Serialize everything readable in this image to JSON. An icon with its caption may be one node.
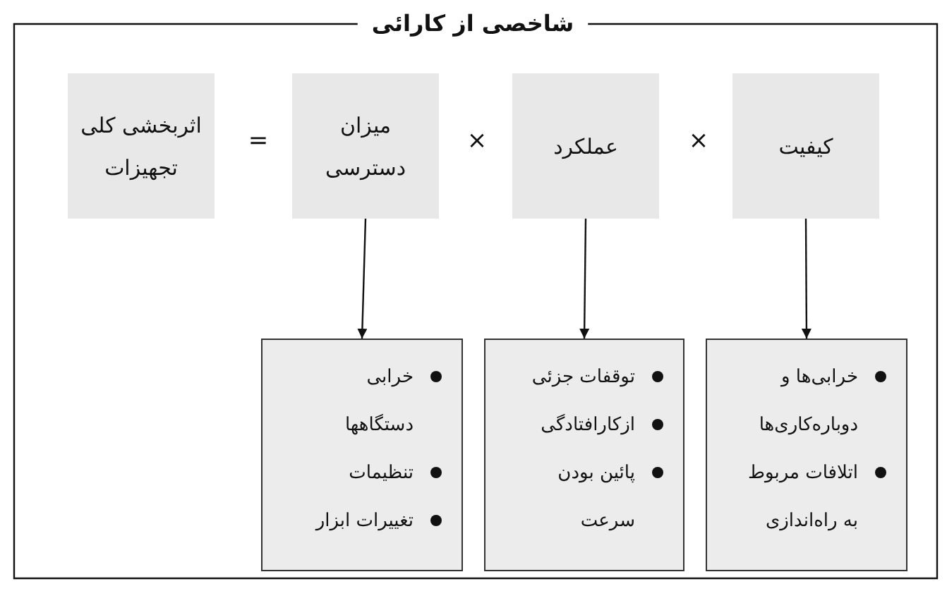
{
  "diagram": {
    "title": "شاخصی از کارائی",
    "nodes": [
      {
        "text": [
          "کیفیت"
        ]
      },
      {
        "text": [
          "عملکرد"
        ]
      },
      {
        "text": [
          "میزان دسترسی"
        ]
      },
      {
        "text": [
          "اثربخشی کلی تجهیزات"
        ]
      },
      {
        "text": [
          "خرابی‌ها و دوباره‌کاری‌ها",
          "اتلافات مربوط به راه‌اندازی"
        ]
      },
      {
        "text": [
          "توقفات جزئی",
          "ازکارافتادگی",
          "پائین بودن سرعت"
        ]
      },
      {
        "text": [
          "خرابی دستگاهها",
          "تنظیمات",
          "تغییرات ابزار"
        ]
      }
    ],
    "edges": [
      {
        "from": 0,
        "to": 4,
        "arrow": "to"
      },
      {
        "from": 1,
        "to": 5,
        "arrow": "to"
      },
      {
        "from": 2,
        "to": 6,
        "arrow": "to"
      }
    ],
    "labels": [
      "×",
      "×",
      "="
    ]
  }
}
